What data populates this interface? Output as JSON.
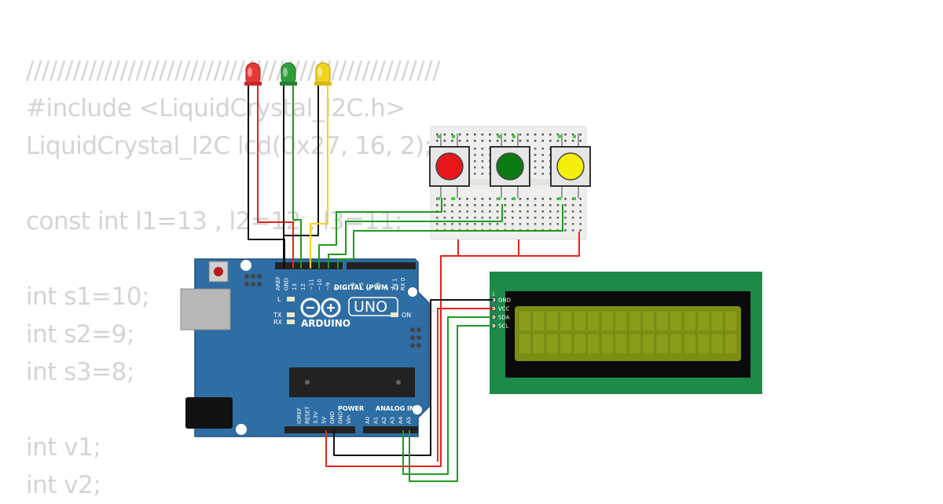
{
  "code": {
    "lines": [
      "/////////////////////////////////////////////////////",
      "#include <LiquidCrystal_I2C.h>",
      "LiquidCrystal_I2C lcd(0x27, 16, 2);",
      "",
      "const int l1=13 , l2=12 , l3=11;",
      "",
      "int s1=10;",
      "int s2=9;",
      "int s3=8;",
      "",
      "int v1;",
      "int v2;"
    ]
  },
  "arduino": {
    "brand": "ARDUINO",
    "model": "UNO",
    "digital_header": "DIGITAL (PWM ~)",
    "power_header": "POWER",
    "analog_header": "ANALOG IN",
    "on_label": "ON",
    "l_label": "L",
    "tx_label": "TX",
    "rx_label": "RX",
    "digital_pins": [
      "AREF",
      "GND",
      "13",
      "12",
      "~11",
      "~10",
      "~9",
      "8",
      "7",
      "~6",
      "~5",
      "4",
      "~3",
      "2",
      "TX 1",
      "RX 0"
    ],
    "power_pins": [
      "IOREF",
      "RESET",
      "3.3V",
      "5V",
      "GND",
      "GND",
      "Vin"
    ],
    "analog_pins": [
      "A0",
      "A1",
      "A2",
      "A3",
      "A4",
      "A5"
    ],
    "board_color": "#2f6ea4"
  },
  "lcd": {
    "pins": [
      "GND",
      "VCC",
      "SDA",
      "SCL"
    ],
    "pin_one_marker": "1",
    "pcb_color": "#1e8a4a",
    "screen_color": "#7d8f12"
  },
  "leds": [
    {
      "name": "red",
      "color": "#e53935"
    },
    {
      "name": "green",
      "color": "#2e9e3a"
    },
    {
      "name": "yellow",
      "color": "#f3d21c"
    }
  ],
  "buttons": [
    {
      "name": "red",
      "color": "#e8151a"
    },
    {
      "name": "green",
      "color": "#0a7a12"
    },
    {
      "name": "yellow",
      "color": "#f5f00a"
    }
  ],
  "wire_colors": {
    "red": "#e8211a",
    "green": "#1f9a1f",
    "black": "#111111",
    "yellow": "#f5d21a"
  }
}
